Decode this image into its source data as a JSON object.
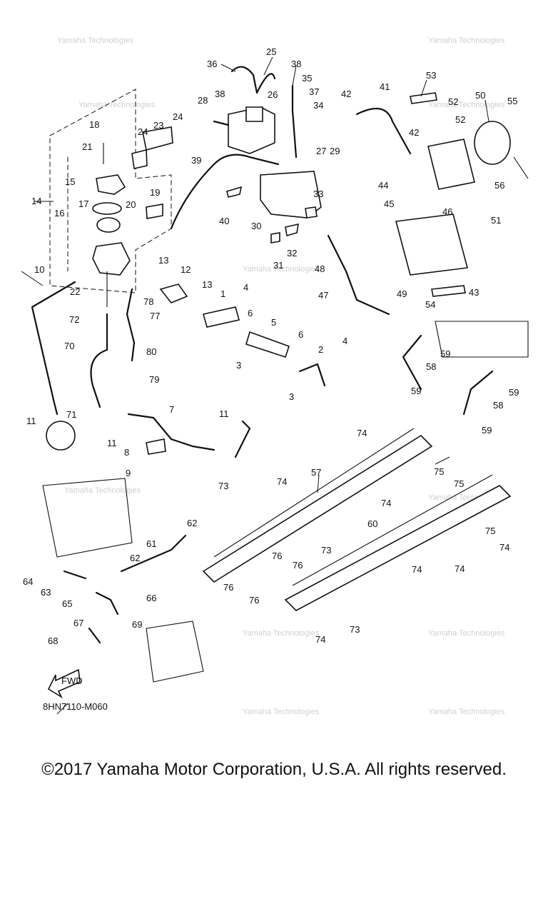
{
  "diagram": {
    "code": "8HN7110-M060",
    "fwd_label": "FWD",
    "copyright": "©2017 Yamaha Motor Corporation, U.S.A. All rights reserved.",
    "callouts": [
      "1",
      "2",
      "3",
      "3",
      "4",
      "4",
      "5",
      "6",
      "6",
      "7",
      "8",
      "9",
      "10",
      "11",
      "11",
      "11",
      "12",
      "13",
      "13",
      "14",
      "15",
      "16",
      "17",
      "18",
      "19",
      "20",
      "21",
      "22",
      "23",
      "24",
      "24",
      "25",
      "26",
      "27",
      "28",
      "29",
      "30",
      "31",
      "32",
      "33",
      "34",
      "35",
      "36",
      "37",
      "38",
      "38",
      "39",
      "40",
      "41",
      "42",
      "42",
      "43",
      "44",
      "45",
      "46",
      "47",
      "48",
      "49",
      "50",
      "51",
      "52",
      "52",
      "53",
      "54",
      "55",
      "56",
      "57",
      "58",
      "58",
      "59",
      "59",
      "59",
      "59",
      "60",
      "61",
      "62",
      "62",
      "63",
      "64",
      "65",
      "66",
      "67",
      "68",
      "69",
      "70",
      "71",
      "72",
      "73",
      "73",
      "73",
      "74",
      "74",
      "74",
      "74",
      "74",
      "74",
      "74",
      "75",
      "75",
      "75",
      "76",
      "76",
      "76",
      "76",
      "77",
      "78",
      "79",
      "80"
    ]
  }
}
